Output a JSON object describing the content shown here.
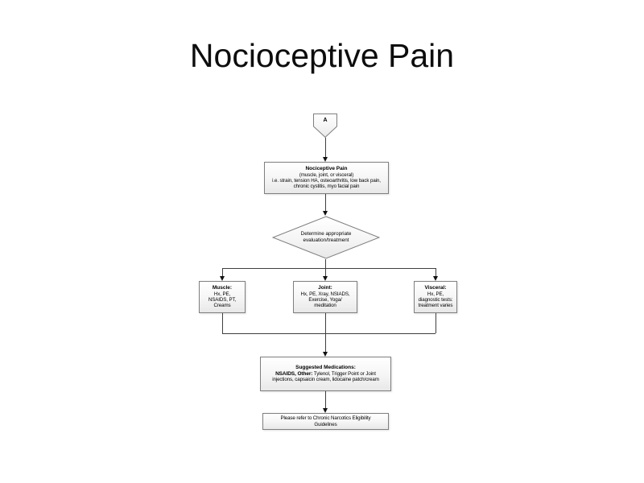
{
  "slide": {
    "title": "Nocioceptive Pain"
  },
  "flowchart": {
    "connector_a": {
      "label": "A"
    },
    "nociceptive": {
      "heading": "Nociceptive Pain",
      "body": "(muscle, joint, or visceral)\ni.e. strain, tension HA, osteoarthritis, low back pain,\nchronic cystitis, myo facial pain"
    },
    "decision": {
      "text": "Determine appropriate\nevaluation/treatment"
    },
    "muscle": {
      "heading": "Muscle:",
      "body": "Hx, PE,\nNSAIDS, PT,\nCreams"
    },
    "joint": {
      "heading": "Joint:",
      "body": "Hx, PE, Xray, NSIADS,\nExercise, Yoga/\nmeditation"
    },
    "visceral": {
      "heading": "Visceral:",
      "body": "Hx, PE,\ndiagnostic tests:\ntreatment varies"
    },
    "medications": {
      "heading": "Suggested Medications:",
      "line2_bold": "NSAIDS, Other:",
      "line2_rest": " Tylenol, Trigger Point or Joint",
      "line3": "injections, capsaicin cream, lidocaine patch/cream"
    },
    "footer": {
      "text": "Please refer to Chronic Narcotics Eligibility\nGuidelines"
    }
  },
  "colors": {
    "shape_fill_top": "#ffffff",
    "shape_fill_bottom": "#e8e8e8",
    "shape_border": "#7f7f7f",
    "connector": "#3f3f3f",
    "text": "#000000"
  }
}
